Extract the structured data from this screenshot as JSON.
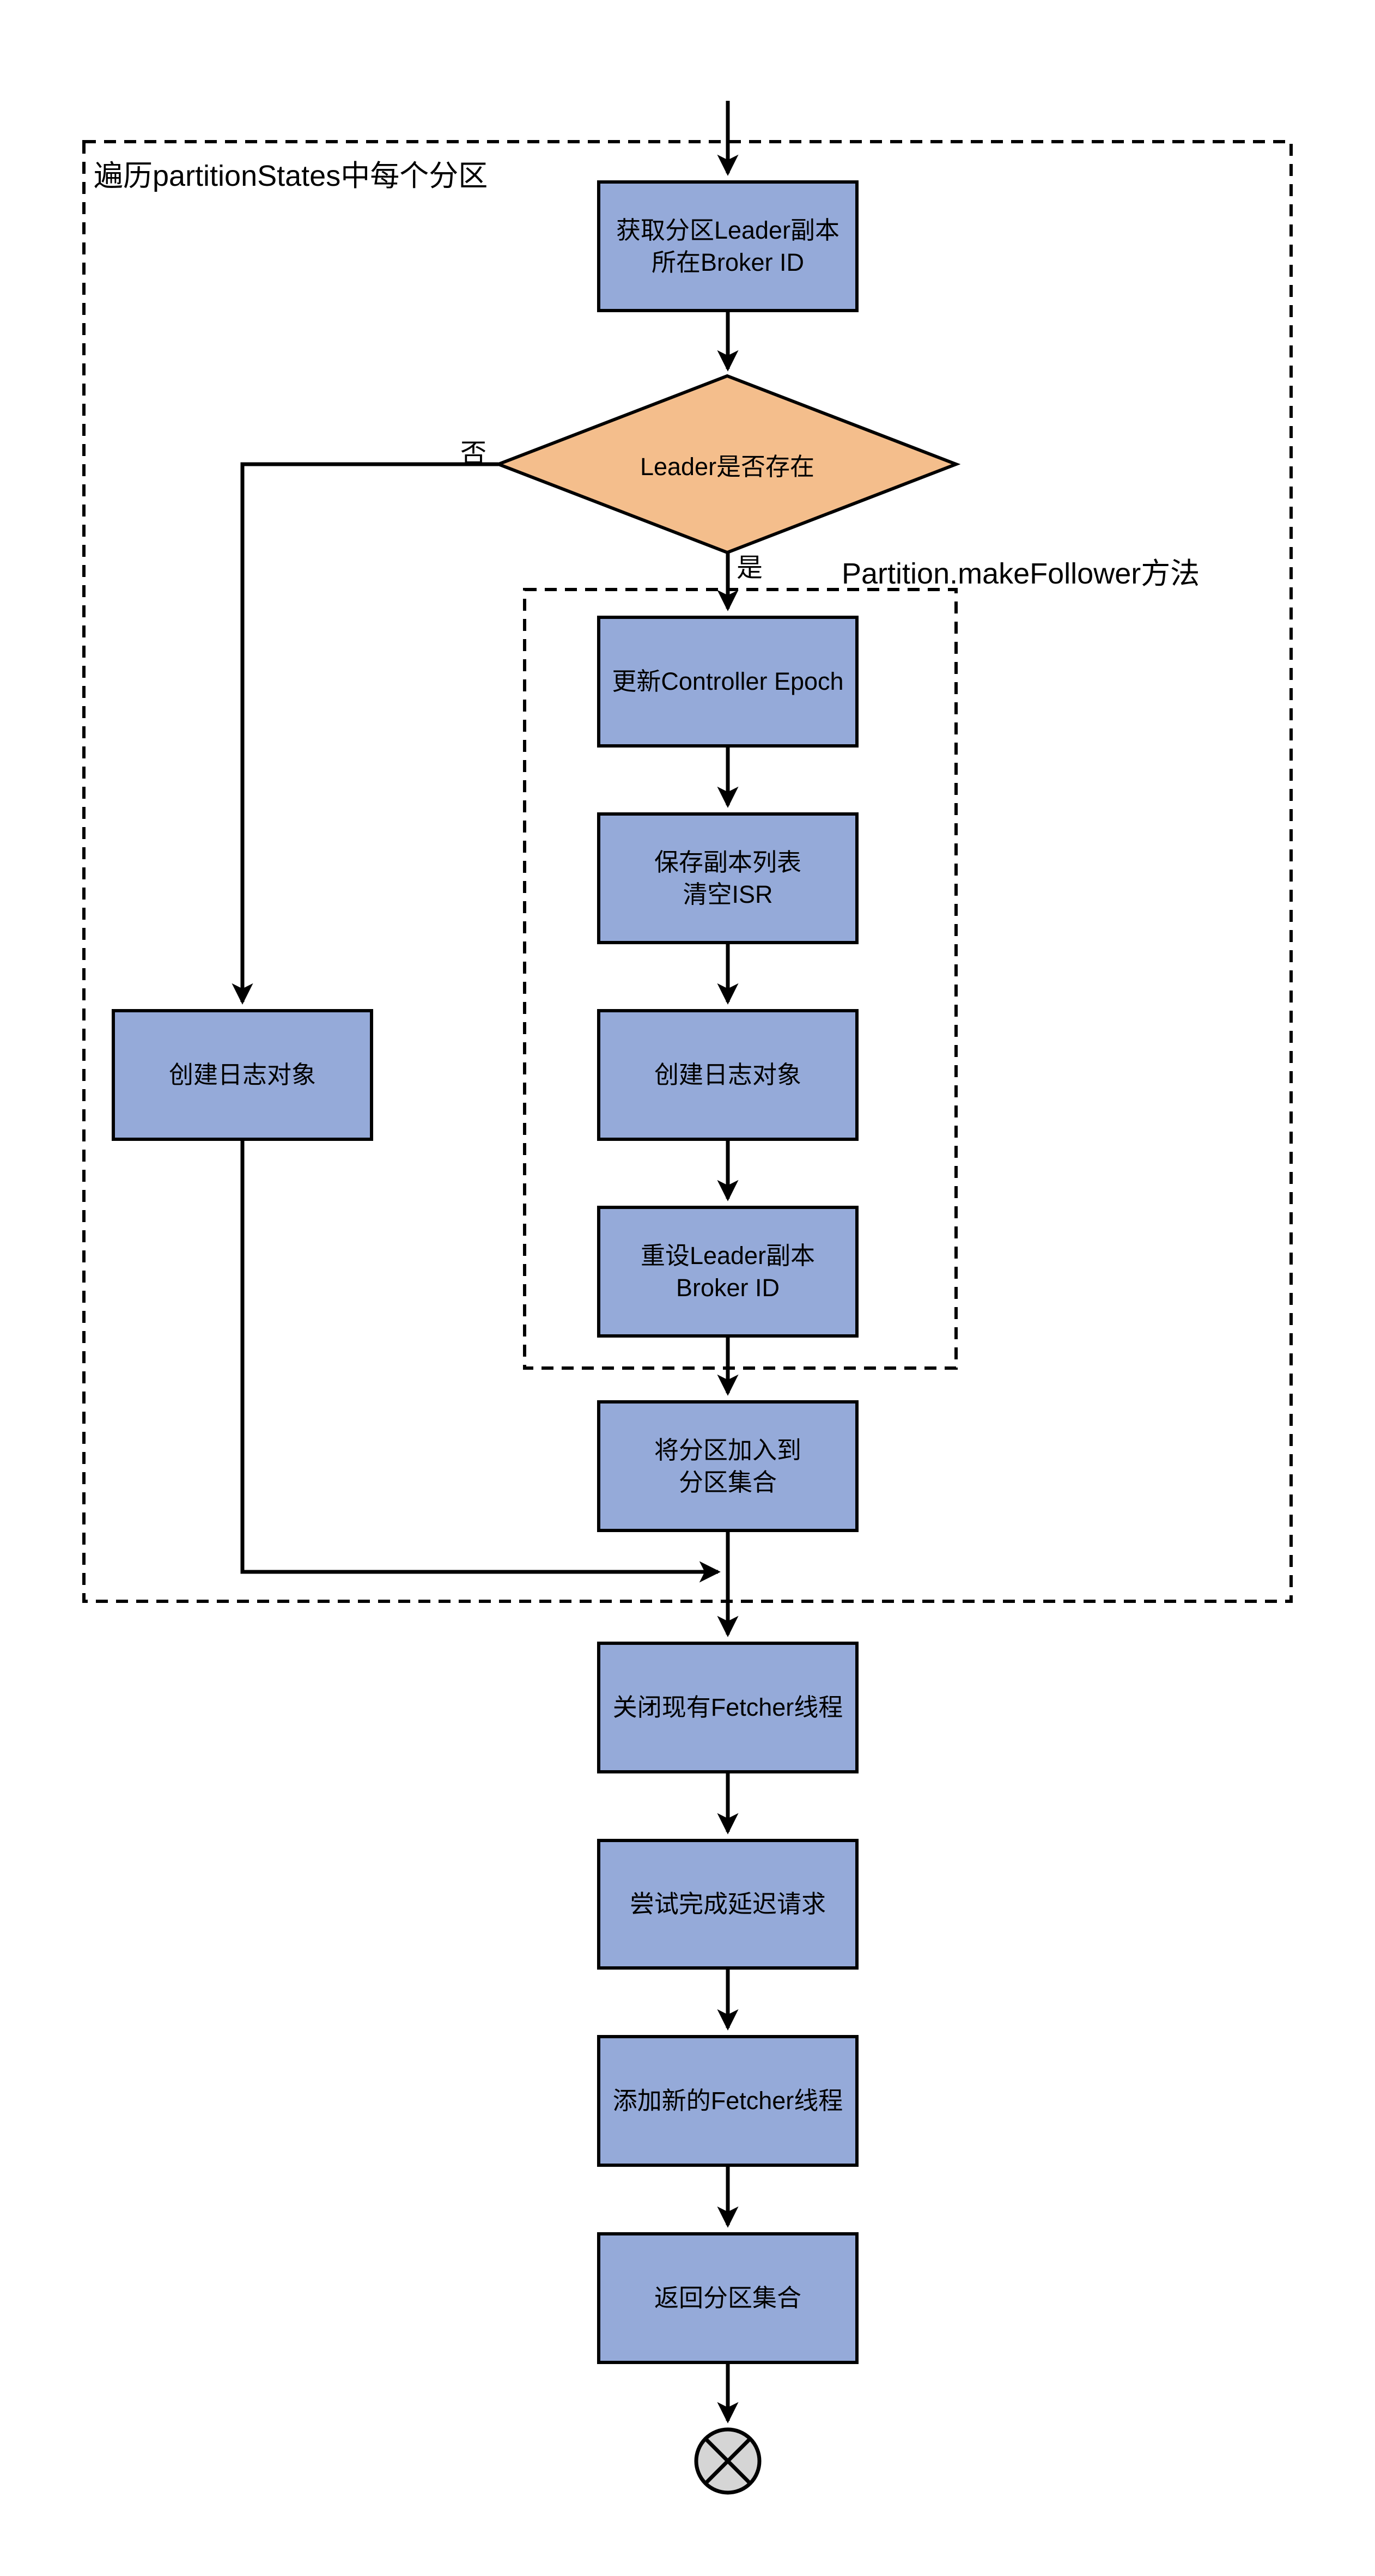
{
  "diagram": {
    "outer_group": {
      "label": "遍历partitionStates中每个分区"
    },
    "inner_group": {
      "label": "Partition.makeFollower方法"
    },
    "nodes": {
      "get_broker_id": {
        "type": "process",
        "text": "获取分区Leader副本\n所在Broker ID"
      },
      "leader_exists": {
        "type": "decision",
        "text": "Leader是否存在"
      },
      "update_controller_epoch": {
        "type": "process",
        "text": "更新Controller Epoch"
      },
      "save_replica_list": {
        "type": "process",
        "text": "保存副本列表\n清空ISR"
      },
      "create_log_inner": {
        "type": "process",
        "text": "创建日志对象"
      },
      "reset_leader_broker_id": {
        "type": "process",
        "text": "重设Leader副本\nBroker ID"
      },
      "add_partition_to_set": {
        "type": "process",
        "text": "将分区加入到\n分区集合"
      },
      "create_log_no_branch": {
        "type": "process",
        "text": "创建日志对象"
      },
      "close_fetcher_threads": {
        "type": "process",
        "text": "关闭现有Fetcher线程"
      },
      "try_complete_delayed": {
        "type": "process",
        "text": "尝试完成延迟请求"
      },
      "add_new_fetcher_threads": {
        "type": "process",
        "text": "添加新的Fetcher线程"
      },
      "return_partition_set": {
        "type": "process",
        "text": "返回分区集合"
      }
    },
    "edge_labels": {
      "no": "否",
      "yes": "是"
    },
    "end_symbol": "circle-with-x"
  },
  "colors": {
    "process-fill": "#95AAD9",
    "decision-fill": "#F4BE8C",
    "end-fill": "#D5D5D5",
    "stroke": "#000000",
    "background": "#FFFFFF"
  }
}
